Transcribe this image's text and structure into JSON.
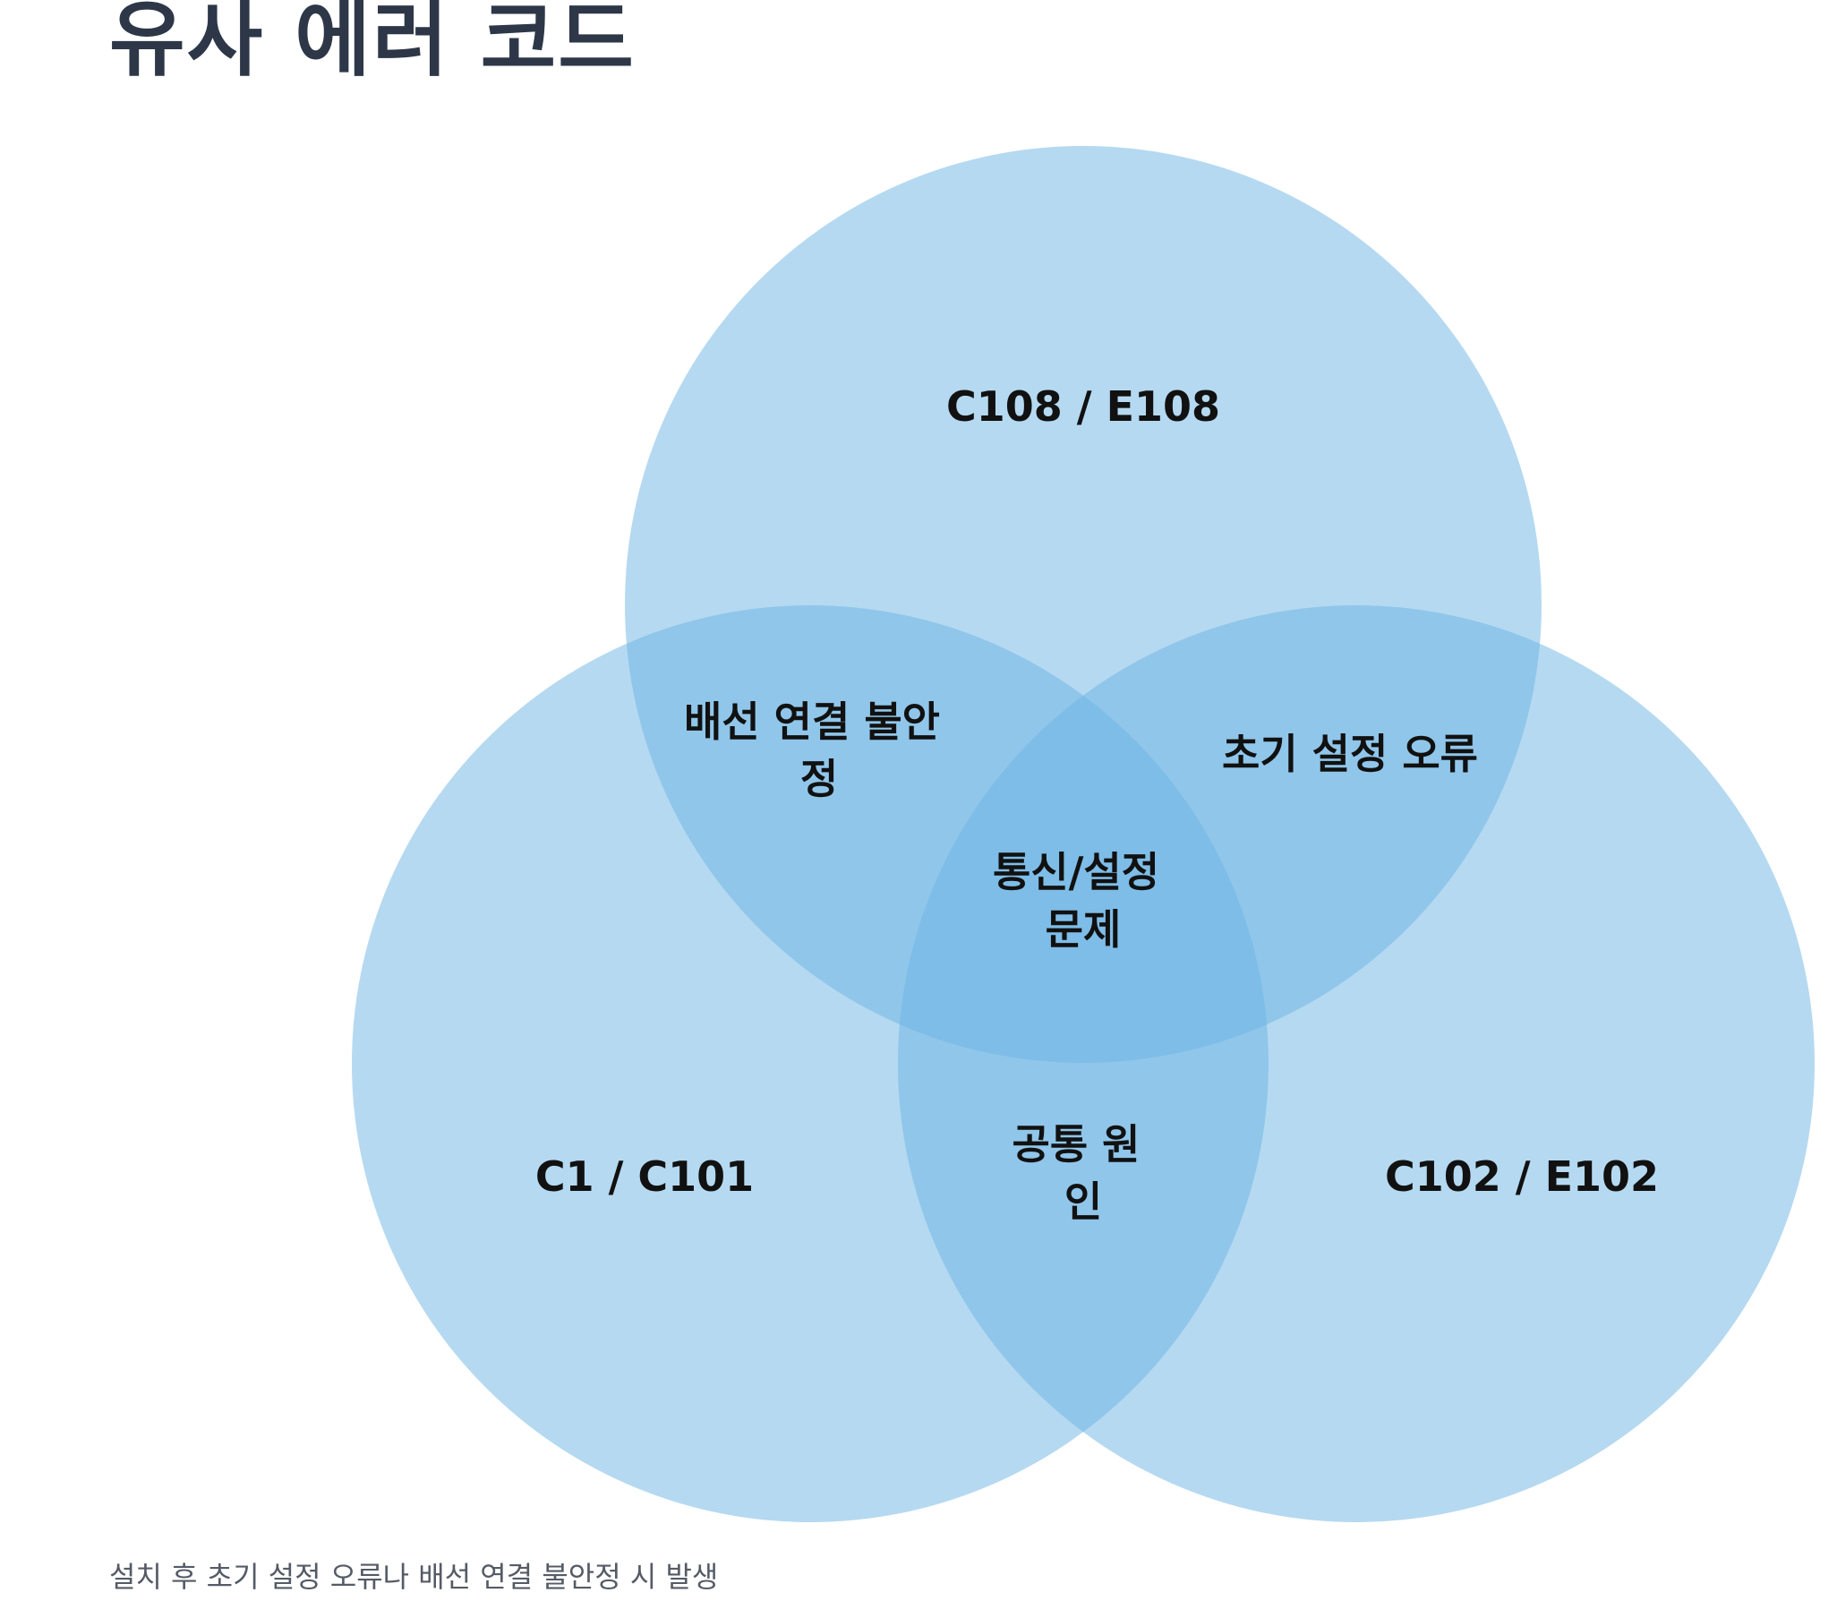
{
  "title": "유사 에러 코드",
  "footnote": "설치 후 초기 설정 오류나 배선 연결 불안정 시 발생",
  "colors": {
    "circle_fill": "#6cb3e3",
    "text": "#111111",
    "title": "#2d3748"
  },
  "venn": {
    "sets": {
      "top": "C108 / E108",
      "left": "C1 / C101",
      "right": "C102 / E102"
    },
    "overlaps": {
      "top_left": [
        "배선 연결 불안",
        "정"
      ],
      "top_right": [
        "초기 설정 오류"
      ],
      "left_right": [
        "공통 원",
        "인"
      ],
      "all": [
        "통신/설정",
        "문제"
      ]
    }
  }
}
